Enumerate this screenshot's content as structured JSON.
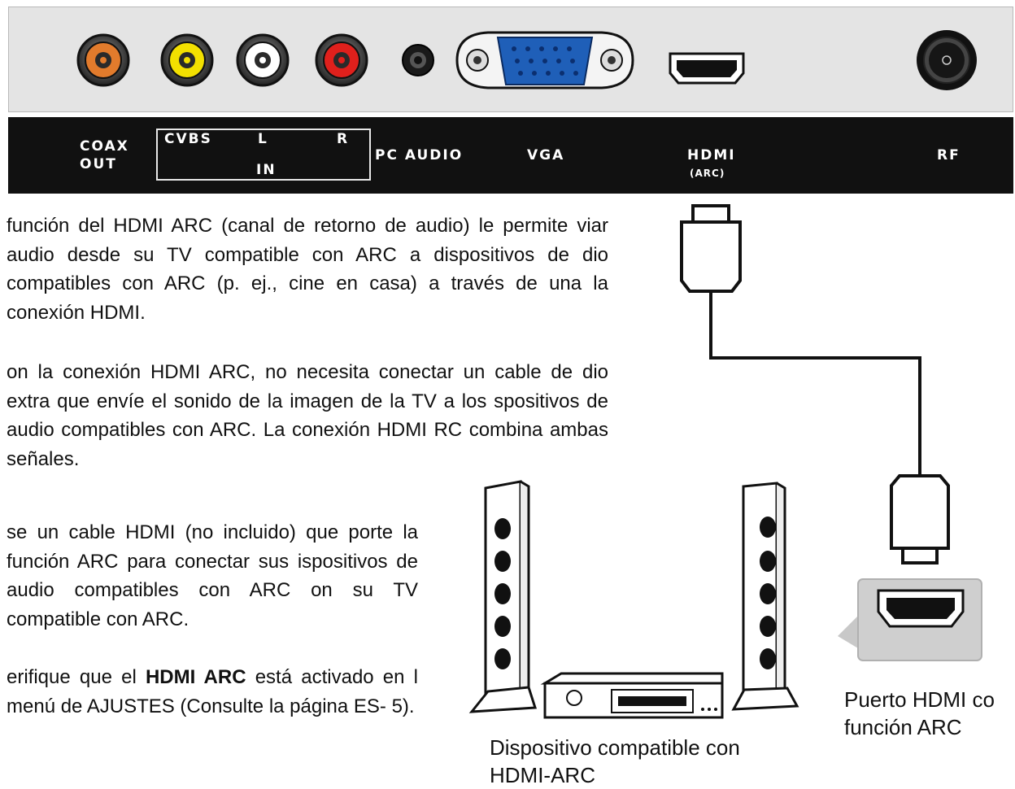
{
  "labels": {
    "coax_line1": "COAX",
    "coax_line2": "OUT",
    "cvbs": "CVBS",
    "left": "L",
    "right": "R",
    "in": "IN",
    "pc_audio": "PC AUDIO",
    "vga": "VGA",
    "hdmi": "HDMI",
    "arc": "(ARC)",
    "rf": "RF"
  },
  "paragraphs": {
    "p1": "función del HDMI ARC (canal de retorno de audio) le permite viar audio desde su TV compatible con ARC a dispositivos de dio compatibles con ARC (p. ej., cine en casa) a través de una la conexión HDMI.",
    "p2": "on la conexión HDMI ARC, no necesita conectar un cable de dio extra que envíe el sonido de la imagen de la TV a los spositivos de audio compatibles con ARC. La conexión HDMI RC combina ambas señales.",
    "p3": "se un cable HDMI (no incluido) que porte la función ARC para conectar sus ispositivos de audio compatibles con ARC on su TV compatible con ARC.",
    "p4_before": "erifique que el ",
    "p4_bold": "HDMI ARC",
    "p4_after": " está activado en l menú de AJUSTES (Consulte la página ES- 5)."
  },
  "captions": {
    "device_line1": "Dispositivo compatible con",
    "device_line2": "HDMI-ARC",
    "port_line1": "Puerto HDMI co",
    "port_line2": "función ARC"
  },
  "colors": {
    "coax": "#e27b2c",
    "video_yellow": "#f3e000",
    "audio_white": "#ffffff",
    "audio_red": "#e0201c",
    "vga_blue": "#1f5fb8",
    "label_bar": "#111111",
    "panel": "#e4e4e4"
  }
}
